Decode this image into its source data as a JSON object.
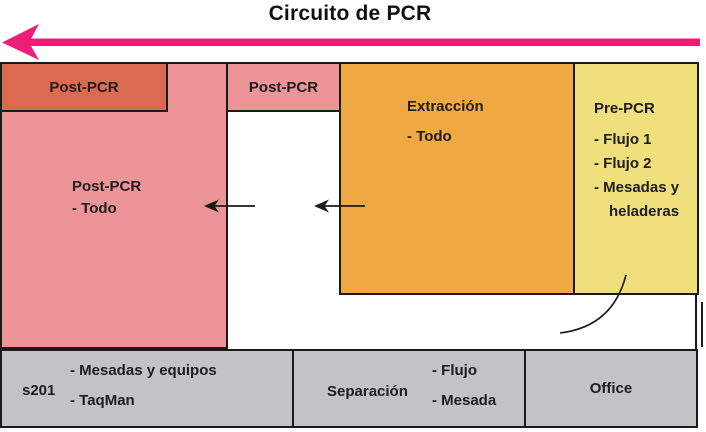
{
  "title": "Circuito de PCR",
  "colors": {
    "arrow_magenta": "#EC1E78",
    "post_pcr_dark": "#DC6A50",
    "post_pcr_pink": "#EC9496",
    "extraccion_orange": "#F0A842",
    "pre_pcr_yellow": "#F0E07D",
    "bottom_gray": "#C3C2C6",
    "border_black": "#1A1A1A"
  },
  "rooms": {
    "post_pcr_top": {
      "label": "Post-PCR"
    },
    "post_pcr_main": {
      "label": "Post-PCR",
      "item": "- Todo"
    },
    "post_pcr_small": {
      "label": "Post-PCR"
    },
    "extraccion": {
      "label": "Extracción",
      "item": "- Todo"
    },
    "pre_pcr": {
      "label": "Pre-PCR",
      "items": [
        "- Flujo 1",
        "- Flujo 2",
        "- Mesadas y",
        "heladeras"
      ]
    }
  },
  "bottom_bar": {
    "s201": {
      "label": "s201",
      "items": [
        "- Mesadas y equipos",
        "- TaqMan"
      ]
    },
    "separacion": {
      "label": "Separación",
      "items": [
        "- Flujo",
        "- Mesada"
      ]
    },
    "office": {
      "label": "Office"
    }
  },
  "icons": {
    "flow_arrow": "magenta-left-flow-arrow",
    "transfer_arrow_1": "black-left-arrow",
    "transfer_arrow_2": "black-left-arrow",
    "curved_connector": "curved-line-to-pre-pcr"
  }
}
